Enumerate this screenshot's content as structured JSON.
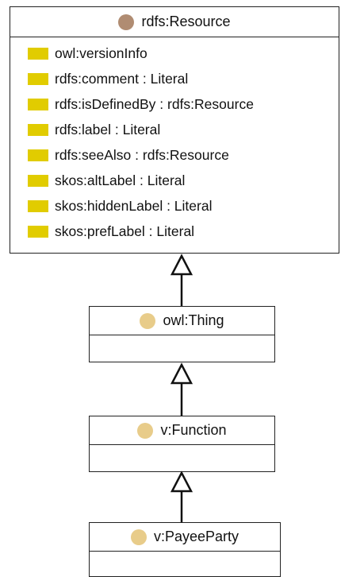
{
  "colors": {
    "resource_dot": "#b08c72",
    "class_dot": "#e8cc8a",
    "attribute_swatch": "#e1cc00",
    "line": "#111111"
  },
  "resource": {
    "title": "rdfs:Resource",
    "icon": "brown-circle-icon",
    "attributes": [
      "owl:versionInfo",
      "rdfs:comment : Literal",
      "rdfs:isDefinedBy : rdfs:Resource",
      "rdfs:label : Literal",
      "rdfs:seeAlso : rdfs:Resource",
      "skos:altLabel : Literal",
      "skos:hiddenLabel : Literal",
      "skos:prefLabel : Literal"
    ]
  },
  "thing": {
    "title": "owl:Thing",
    "icon": "yellow-circle-icon"
  },
  "function": {
    "title": "v:Function",
    "icon": "yellow-circle-icon"
  },
  "payee": {
    "title": "v:PayeeParty",
    "icon": "yellow-circle-icon"
  }
}
